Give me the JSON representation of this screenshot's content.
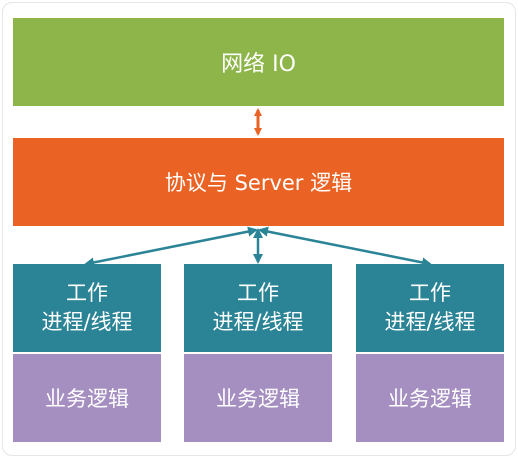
{
  "network_io": {
    "label": "网络 IO"
  },
  "protocol_server": {
    "label": "协议与 Server 逻辑"
  },
  "workers": [
    {
      "line1": "工作",
      "line2": "进程/线程"
    },
    {
      "line1": "工作",
      "line2": "进程/线程"
    },
    {
      "line1": "工作",
      "line2": "进程/线程"
    }
  ],
  "business_logic": [
    {
      "label": "业务逻辑"
    },
    {
      "label": "业务逻辑"
    },
    {
      "label": "业务逻辑"
    }
  ],
  "colors": {
    "network_io": "#8db54a",
    "protocol_server": "#ea6324",
    "worker": "#2b8396",
    "business_logic": "#a58fc0",
    "arrow_orange": "#ea6324",
    "arrow_teal": "#2b8396"
  }
}
